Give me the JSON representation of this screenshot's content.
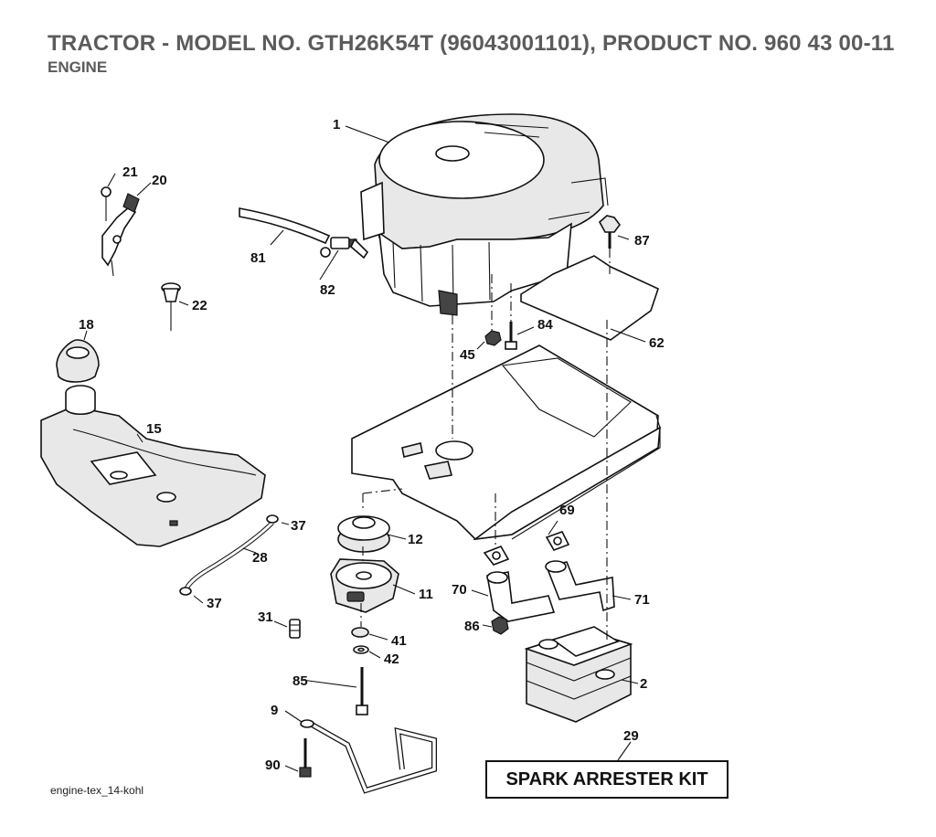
{
  "header": {
    "title": "TRACTOR - MODEL NO. GTH26K54T (96043001101), PRODUCT NO. 960 43 00-11",
    "subtitle": "ENGINE"
  },
  "callouts": {
    "c1": "1",
    "c2": "2",
    "c9": "9",
    "c11": "11",
    "c12": "12",
    "c15": "15",
    "c18": "18",
    "c20": "20",
    "c21": "21",
    "c22": "22",
    "c28": "28",
    "c29": "29",
    "c31": "31",
    "c37a": "37",
    "c37b": "37",
    "c41": "41",
    "c42": "42",
    "c45": "45",
    "c62": "62",
    "c69": "69",
    "c70": "70",
    "c71": "71",
    "c81": "81",
    "c82": "82",
    "c84": "84",
    "c85": "85",
    "c86": "86",
    "c87": "87",
    "c90": "90"
  },
  "kit_label": "SPARK ARRESTER KIT",
  "footer": "engine-tex_14-kohl"
}
